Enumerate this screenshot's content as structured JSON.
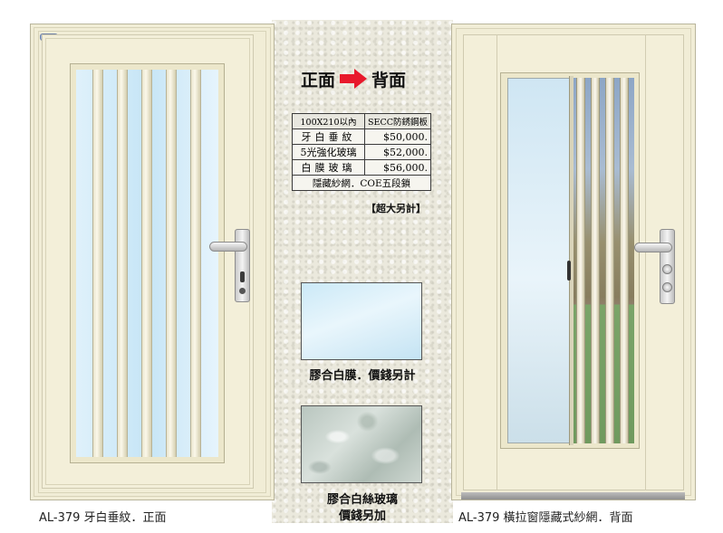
{
  "heading": {
    "front": "正面",
    "back": "背面",
    "arrow_color": "#e8192c"
  },
  "price_table": {
    "header": {
      "size": "100X210以內",
      "material": "SECC防銹鋼板"
    },
    "rows": [
      {
        "name": "牙白垂紋",
        "price": "$50,000."
      },
      {
        "name": "5光強化玻璃",
        "price": "$52,000."
      },
      {
        "name": "白膜玻璃",
        "price": "$56,000."
      }
    ],
    "features": "隱藏紗網．COE五段鎖",
    "note": "【超大另計】"
  },
  "swatches": [
    {
      "caption_line1": "膠合白膜．價錢另計",
      "caption_line2": ""
    },
    {
      "caption_line1": "膠合白絲玻璃",
      "caption_line2": "價錢另加"
    }
  ],
  "doors": {
    "left_label": "AL-379  牙白垂紋．正面",
    "right_label": "AL-379  橫拉窗隱藏式紗網．背面",
    "door_color": "#f1edd6",
    "glass_color": "#cfe9f7"
  },
  "icons": [
    "right-arrow-icon",
    "door-handle-icon",
    "keyhole-icon",
    "logo-badge"
  ]
}
